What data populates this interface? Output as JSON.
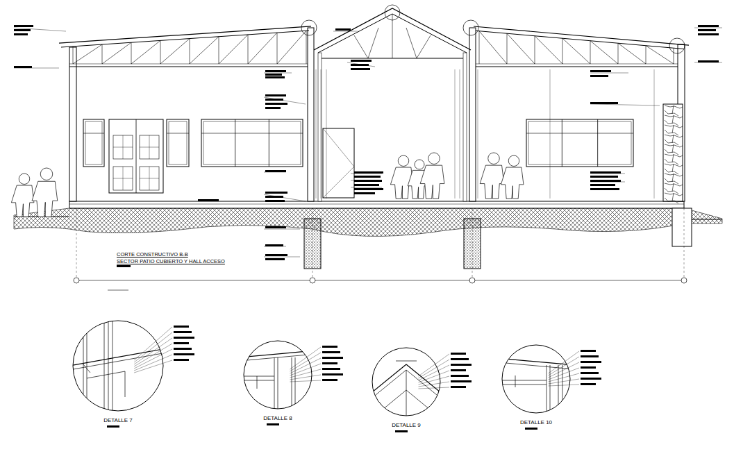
{
  "diagram": {
    "title": "CORTE CONSTRUCTIVO B-B",
    "nodes": [
      {
        "text": [
          "DETALLE 7"
        ]
      },
      {
        "text": [
          "DETALLE 8"
        ]
      },
      {
        "text": [
          "DETALLE 9"
        ]
      },
      {
        "text": [
          "DETALLE 10"
        ]
      }
    ],
    "labels": [
      "SECTOR PATIO CUBIERTO Y HALL ACCESO"
    ]
  }
}
